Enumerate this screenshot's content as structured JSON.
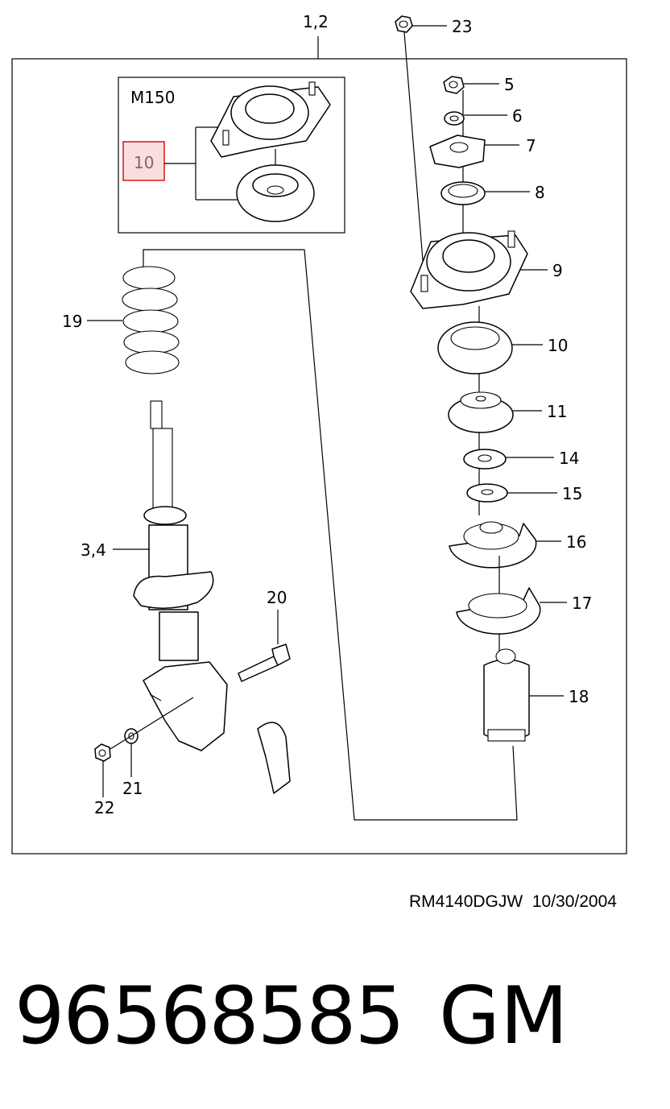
{
  "diagram": {
    "inset_title": "M150",
    "highlighted_callout": "10",
    "highlight_color": "#d9141c",
    "highlight_fill": "#f9dede",
    "callouts": {
      "c12": "1,2",
      "c23": "23",
      "c5": "5",
      "c6": "6",
      "c7": "7",
      "c8": "8",
      "c9": "9",
      "c10": "10",
      "c11": "11",
      "c14": "14",
      "c15": "15",
      "c16": "16",
      "c17": "17",
      "c18": "18",
      "c19": "19",
      "c34": "3,4",
      "c20": "20",
      "c21": "21",
      "c22": "22"
    }
  },
  "footer": {
    "drawing_code": "RM4140DGJW  10/30/2004",
    "part_number": "96568585",
    "brand": "GM"
  }
}
